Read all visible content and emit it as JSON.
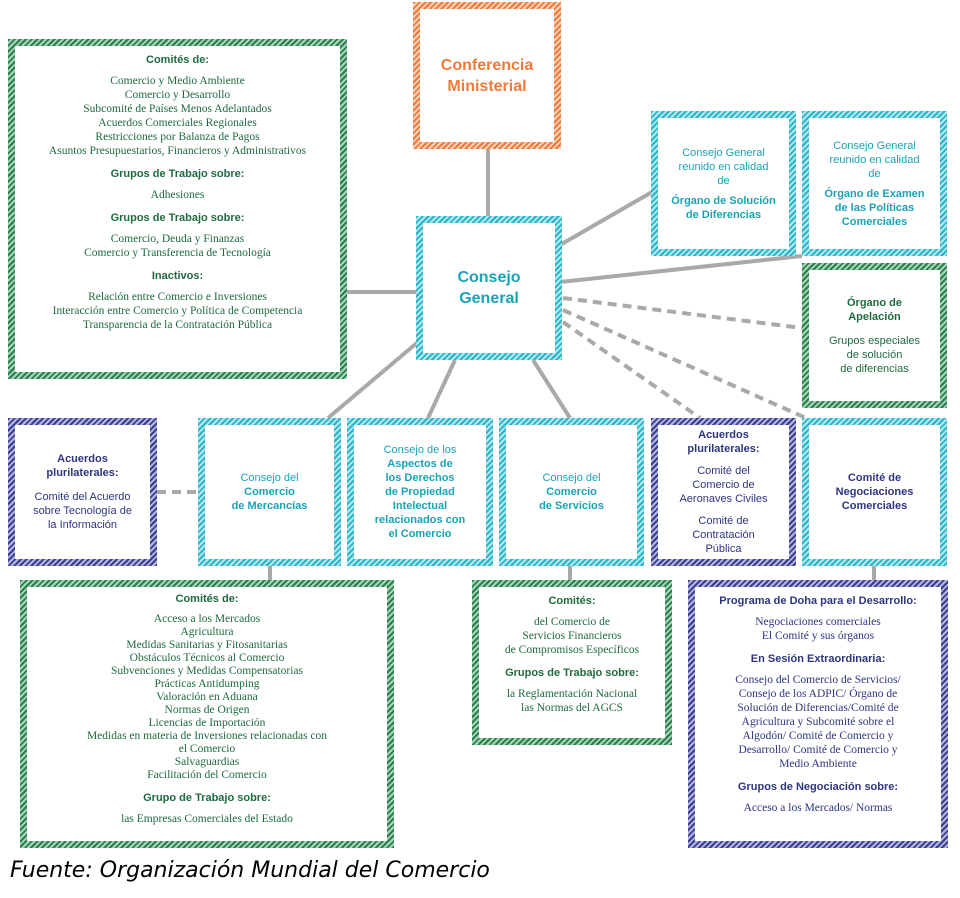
{
  "conferencia": [
    "Conferencia",
    "Ministerial"
  ],
  "consejo_general": [
    "Consejo",
    "General"
  ],
  "osd": {
    "pre": [
      "Consejo General",
      "reunido en calidad",
      "de"
    ],
    "bold": [
      "Órgano de Solución",
      "de Diferencias"
    ]
  },
  "oepc": {
    "pre": [
      "Consejo General",
      "reunido en calidad",
      "de"
    ],
    "bold": [
      "Órgano de Examen",
      "de las Políticas",
      "Comerciales"
    ]
  },
  "apelacion": {
    "bold": [
      "Órgano de",
      "Apelación"
    ],
    "lines": [
      "Grupos especiales",
      "de solución",
      "de diferencias"
    ]
  },
  "left_committees": {
    "h1": "Comités de:",
    "l1": [
      "Comercio y Medio Ambiente",
      "Comercio y Desarrollo",
      "Subcomité de Países Menos Adelantados",
      "Acuerdos Comerciales Regionales",
      "Restricciones por Balanza de Pagos",
      "Asuntos Presupuestarios, Financieros y Administrativos"
    ],
    "h2": "Grupos de Trabajo sobre:",
    "l2": [
      "Adhesiones"
    ],
    "h3": "Grupos de Trabajo sobre:",
    "l3": [
      "Comercio, Deuda y Finanzas",
      "Comercio y Transferencia de Tecnología"
    ],
    "h4": "Inactivos:",
    "l4": [
      "Relación entre Comercio e Inversiones",
      "Interacción entre Comercio y Política de Competencia",
      "Transparencia de la Contratación Pública"
    ]
  },
  "pluri_left": {
    "bold": [
      "Acuerdos",
      "plurilaterales:"
    ],
    "lines": [
      "Comité del Acuerdo",
      "sobre Tecnología de",
      "la Información"
    ]
  },
  "mercancias": {
    "pre": [
      "Consejo del"
    ],
    "bold": [
      "Comercio",
      "de Mercancías"
    ]
  },
  "adpic": {
    "pre": [
      "Consejo de los"
    ],
    "bold": [
      "Aspectos de",
      "los Derechos",
      "de Propiedad",
      "Intelectual",
      "relacionados con",
      "el Comercio"
    ]
  },
  "servicios": {
    "pre": [
      "Consejo del"
    ],
    "bold": [
      "Comercio",
      "de Servicios"
    ]
  },
  "pluri_right": {
    "bold": [
      "Acuerdos",
      "plurilaterales:"
    ],
    "l1": [
      "Comité del",
      "Comercio de",
      "Aeronaves Civiles"
    ],
    "l2": [
      "Comité de",
      "Contratación",
      "Pública"
    ]
  },
  "cnc": {
    "bold": [
      "Comité de",
      "Negociaciones",
      "Comerciales"
    ]
  },
  "merc_committees": {
    "h1": "Comités de:",
    "l1": [
      "Acceso a los Mercados",
      "Agricultura",
      "Medidas Sanitarias y Fitosanitarias",
      "Obstáculos Técnicos al Comercio",
      "Subvenciones y Medidas Compensatorias",
      "Prácticas Antidumping",
      "Valoración en Aduana",
      "Normas de Origen",
      "Licencias de Importación",
      "Medidas en materia de Inversiones relacionadas con",
      "el Comercio",
      "Salvaguardias",
      "Facilitación del Comercio"
    ],
    "h2": "Grupo de Trabajo sobre:",
    "l2": [
      "las Empresas Comerciales del Estado"
    ]
  },
  "serv_committees": {
    "h1": "Comités:",
    "l1": [
      "del Comercio de",
      "Servicios Financieros",
      "de Compromisos Específicos"
    ],
    "h2": "Grupos de Trabajo sobre:",
    "l2": [
      "la Reglamentación Nacional",
      "las Normas del AGCS"
    ]
  },
  "doha": {
    "h1": "Programa de Doha para el Desarrollo:",
    "l1": [
      "Negociaciones comerciales",
      "El Comité y sus órganos"
    ],
    "h2": "En Sesión Extraordinaria:",
    "l2": [
      "Consejo del Comercio de Servicios/",
      "Consejo de los ADPIC/ Órgano de",
      "Solución de Diferencias/Comité de",
      "Agricultura y Subcomité sobre el",
      "Algodón/ Comité de Comercio y",
      "Desarrollo/ Comité de Comercio y",
      "Medio Ambiente"
    ],
    "h3": "Grupos de Negociación sobre:",
    "l3": [
      "Acceso a los Mercados/ Normas"
    ]
  },
  "source": "Fuente: Organización Mundial del Comercio",
  "colors": {
    "green": "#1f6b3e",
    "cyan": "#1aa3b7",
    "navy": "#2e3580",
    "orange": "#f07a3a",
    "connector": "#a9a9a9"
  }
}
